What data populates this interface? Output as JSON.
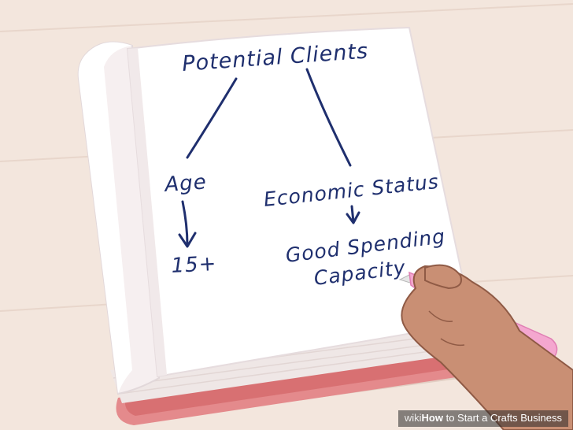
{
  "notebook": {
    "heading": "Potential Clients",
    "branch_left": "Age",
    "branch_right": "Economic Status",
    "left_value": "15+",
    "right_value_line1": "Good Spending",
    "right_value_line2": "Capacity"
  },
  "watermark": {
    "brand": "wiki",
    "title_bold": "How",
    "title_rest": " to Start a Crafts Business"
  },
  "colors": {
    "background": "#f3e6dd",
    "page": "#ffffff",
    "ink": "#1f2f6e",
    "pen": "#f4a7cf",
    "skin": "#c98f74",
    "cover_edge": "#e48a8c"
  }
}
